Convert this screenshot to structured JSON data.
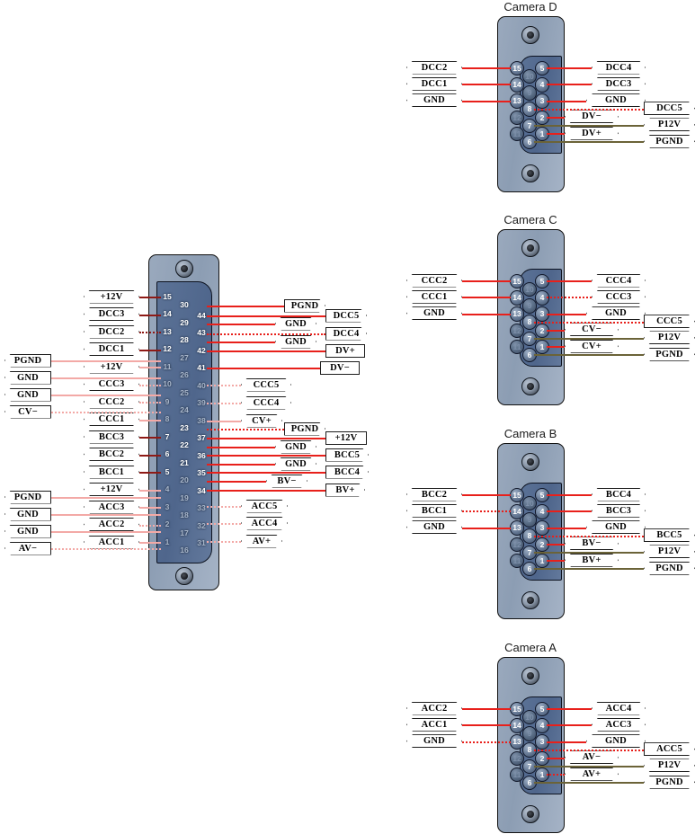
{
  "diagram": {
    "title": "Camera connector pinout wiring diagram",
    "colors": {
      "wire_active": "#e8201b",
      "wire_dark": "#8e1a16",
      "wire_inactive": "#f3a9a6",
      "wire_power": "#6b6338",
      "shell": "#9aa9bd",
      "shell_inner": "#5b7296",
      "pin_text": "#ffffff",
      "label_text": "#000000"
    }
  },
  "main_connector": {
    "name": "44-pin high-density D-sub connector",
    "left_pin_numbers": [
      "15",
      "14",
      "13",
      "12",
      "11",
      "10",
      "9",
      "8",
      "7",
      "6",
      "5",
      "4",
      "3",
      "2",
      "1"
    ],
    "mid_pin_numbers": [
      "30",
      "29",
      "28",
      "27",
      "26",
      "25",
      "24",
      "23",
      "22",
      "21",
      "20",
      "19",
      "18",
      "17",
      "16"
    ],
    "right_pin_numbers": [
      "44",
      "43",
      "42",
      "41",
      "40",
      "39",
      "38",
      "37",
      "36",
      "35",
      "34",
      "33",
      "32",
      "31"
    ],
    "left_labels_inner": [
      {
        "text": "+12V",
        "pin": "15",
        "state": "active"
      },
      {
        "text": "DCC3",
        "pin": "14",
        "state": "active"
      },
      {
        "text": "DCC2",
        "pin": "13",
        "state": "active"
      },
      {
        "text": "DCC1",
        "pin": "12",
        "state": "active"
      },
      {
        "text": "+12V",
        "pin": "11",
        "state": "inactive"
      },
      {
        "text": "CCC3",
        "pin": "10",
        "state": "inactive"
      },
      {
        "text": "CCC2",
        "pin": "9",
        "state": "inactive"
      },
      {
        "text": "CCC1",
        "pin": "8",
        "state": "inactive"
      },
      {
        "text": "BCC3",
        "pin": "7",
        "state": "active"
      },
      {
        "text": "BCC2",
        "pin": "6",
        "state": "active"
      },
      {
        "text": "BCC1",
        "pin": "5",
        "state": "active"
      },
      {
        "text": "+12V",
        "pin": "4",
        "state": "inactive"
      },
      {
        "text": "ACC3",
        "pin": "3",
        "state": "inactive"
      },
      {
        "text": "ACC2",
        "pin": "2",
        "state": "inactive"
      },
      {
        "text": "ACC1",
        "pin": "1",
        "state": "inactive"
      }
    ],
    "left_labels_outer": [
      {
        "text": "PGND",
        "state": "inactive"
      },
      {
        "text": "GND",
        "state": "inactive"
      },
      {
        "text": "GND",
        "state": "inactive"
      },
      {
        "text": "CV−",
        "state": "inactive"
      },
      {
        "text": "PGND",
        "state": "inactive"
      },
      {
        "text": "GND",
        "state": "inactive"
      },
      {
        "text": "GND",
        "state": "inactive"
      },
      {
        "text": "AV−",
        "state": "inactive"
      }
    ],
    "right_labels_inner": [
      {
        "text": "PGND",
        "pin": "30",
        "state": "active"
      },
      {
        "text": "GND",
        "pin": "29",
        "state": "active"
      },
      {
        "text": "GND",
        "pin": "28",
        "state": "active"
      },
      {
        "text": "CCC5",
        "pin": "40",
        "state": "inactive"
      },
      {
        "text": "CCC4",
        "pin": "39",
        "state": "inactive"
      },
      {
        "text": "CV+",
        "pin": "38",
        "state": "inactive"
      },
      {
        "text": "PGND",
        "pin": "23",
        "state": "active"
      },
      {
        "text": "GND",
        "pin": "22",
        "state": "active"
      },
      {
        "text": "GND",
        "pin": "21",
        "state": "active"
      },
      {
        "text": "BV−",
        "pin": "20",
        "state": "active"
      },
      {
        "text": "ACC5",
        "pin": "33",
        "state": "inactive"
      },
      {
        "text": "ACC4",
        "pin": "32",
        "state": "inactive"
      },
      {
        "text": "AV+",
        "pin": "31",
        "state": "inactive"
      }
    ],
    "right_labels_outer": [
      {
        "text": "DCC5",
        "pin": "44",
        "state": "active"
      },
      {
        "text": "DCC4",
        "pin": "43",
        "state": "active"
      },
      {
        "text": "DV+",
        "pin": "42",
        "state": "active"
      },
      {
        "text": "DV−",
        "pin": "41",
        "state": "active"
      },
      {
        "text": "+12V",
        "pin": "37",
        "state": "active"
      },
      {
        "text": "BCC5",
        "pin": "36",
        "state": "active"
      },
      {
        "text": "BCC4",
        "pin": "35",
        "state": "active"
      },
      {
        "text": "BV+",
        "pin": "34",
        "state": "active"
      }
    ]
  },
  "cameras": [
    {
      "title": "Camera D",
      "pins_left": [
        "15",
        "14",
        "13",
        "12",
        "11"
      ],
      "pins_mid": [
        "10",
        "9",
        "8",
        "7",
        "6"
      ],
      "pins_right": [
        "5",
        "4",
        "3",
        "2",
        "1"
      ],
      "left_labels": [
        {
          "text": "DCC2",
          "pin": "15",
          "state": "active"
        },
        {
          "text": "DCC1",
          "pin": "14",
          "state": "active"
        },
        {
          "text": "GND",
          "pin": "13",
          "state": "active"
        }
      ],
      "right_labels_inner": [
        {
          "text": "DCC4",
          "pin": "5",
          "state": "active"
        },
        {
          "text": "DCC3",
          "pin": "4",
          "state": "active"
        },
        {
          "text": "GND",
          "pin": "3",
          "state": "active"
        },
        {
          "text": "DV−",
          "pin": "2",
          "state": "active"
        },
        {
          "text": "DV+",
          "pin": "1",
          "state": "active"
        }
      ],
      "right_labels_outer": [
        {
          "text": "DCC5",
          "pin": "8",
          "state": "active"
        },
        {
          "text": "P12V",
          "pin": "7",
          "state": "power"
        },
        {
          "text": "PGND",
          "pin": "6",
          "state": "power"
        }
      ]
    },
    {
      "title": "Camera C",
      "pins_left": [
        "15",
        "14",
        "13",
        "12",
        "11"
      ],
      "pins_mid": [
        "10",
        "9",
        "8",
        "7",
        "6"
      ],
      "pins_right": [
        "5",
        "4",
        "3",
        "2",
        "1"
      ],
      "left_labels": [
        {
          "text": "CCC2",
          "pin": "15",
          "state": "active"
        },
        {
          "text": "CCC1",
          "pin": "14",
          "state": "active"
        },
        {
          "text": "GND",
          "pin": "13",
          "state": "active"
        }
      ],
      "right_labels_inner": [
        {
          "text": "CCC4",
          "pin": "5",
          "state": "active"
        },
        {
          "text": "CCC3",
          "pin": "4",
          "state": "active"
        },
        {
          "text": "GND",
          "pin": "3",
          "state": "active"
        },
        {
          "text": "CV−",
          "pin": "2",
          "state": "active"
        },
        {
          "text": "CV+",
          "pin": "1",
          "state": "active"
        }
      ],
      "right_labels_outer": [
        {
          "text": "CCC5",
          "pin": "8",
          "state": "active"
        },
        {
          "text": "P12V",
          "pin": "7",
          "state": "power"
        },
        {
          "text": "PGND",
          "pin": "6",
          "state": "power"
        }
      ]
    },
    {
      "title": "Camera B",
      "pins_left": [
        "15",
        "14",
        "13",
        "12",
        "11"
      ],
      "pins_mid": [
        "10",
        "9",
        "8",
        "7",
        "6"
      ],
      "pins_right": [
        "5",
        "4",
        "3",
        "2",
        "1"
      ],
      "left_labels": [
        {
          "text": "BCC2",
          "pin": "15",
          "state": "active"
        },
        {
          "text": "BCC1",
          "pin": "14",
          "state": "active"
        },
        {
          "text": "GND",
          "pin": "13",
          "state": "active"
        }
      ],
      "right_labels_inner": [
        {
          "text": "BCC4",
          "pin": "5",
          "state": "active"
        },
        {
          "text": "BCC3",
          "pin": "4",
          "state": "active"
        },
        {
          "text": "GND",
          "pin": "3",
          "state": "active"
        },
        {
          "text": "BV−",
          "pin": "2",
          "state": "active"
        },
        {
          "text": "BV+",
          "pin": "1",
          "state": "active"
        }
      ],
      "right_labels_outer": [
        {
          "text": "BCC5",
          "pin": "8",
          "state": "active"
        },
        {
          "text": "P12V",
          "pin": "7",
          "state": "power"
        },
        {
          "text": "PGND",
          "pin": "6",
          "state": "power"
        }
      ]
    },
    {
      "title": "Camera A",
      "pins_left": [
        "15",
        "14",
        "13",
        "12",
        "11"
      ],
      "pins_mid": [
        "10",
        "9",
        "8",
        "7",
        "6"
      ],
      "pins_right": [
        "5",
        "4",
        "3",
        "2",
        "1"
      ],
      "left_labels": [
        {
          "text": "ACC2",
          "pin": "15",
          "state": "active"
        },
        {
          "text": "ACC1",
          "pin": "14",
          "state": "active"
        },
        {
          "text": "GND",
          "pin": "13",
          "state": "active"
        }
      ],
      "right_labels_inner": [
        {
          "text": "ACC4",
          "pin": "5",
          "state": "active"
        },
        {
          "text": "ACC3",
          "pin": "4",
          "state": "active"
        },
        {
          "text": "GND",
          "pin": "3",
          "state": "active"
        },
        {
          "text": "AV−",
          "pin": "2",
          "state": "active"
        },
        {
          "text": "AV+",
          "pin": "1",
          "state": "active"
        }
      ],
      "right_labels_outer": [
        {
          "text": "ACC5",
          "pin": "8",
          "state": "active"
        },
        {
          "text": "P12V",
          "pin": "7",
          "state": "power"
        },
        {
          "text": "PGND",
          "pin": "6",
          "state": "power"
        }
      ]
    }
  ]
}
